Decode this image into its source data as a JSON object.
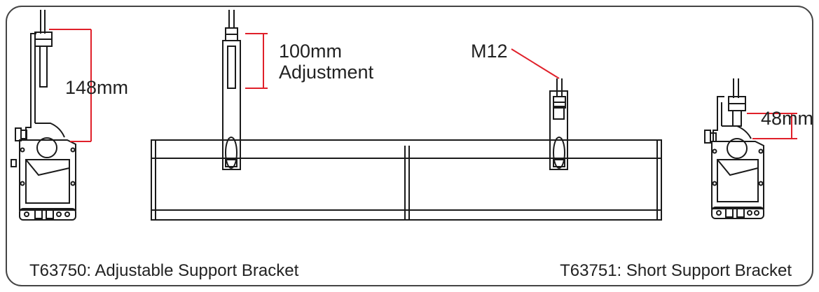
{
  "labels": {
    "dim_148": "148mm",
    "dim_100_line1": "100mm",
    "dim_100_line2": "Adjustment",
    "thread": "M12",
    "dim_48": "48mm"
  },
  "captions": {
    "left": "T63750: Adjustable Support Bracket",
    "right": "T63751: Short Support Bracket"
  },
  "colors": {
    "outline": "#1a1a1a",
    "dimension": "#e0202a",
    "frame": "#444444"
  }
}
